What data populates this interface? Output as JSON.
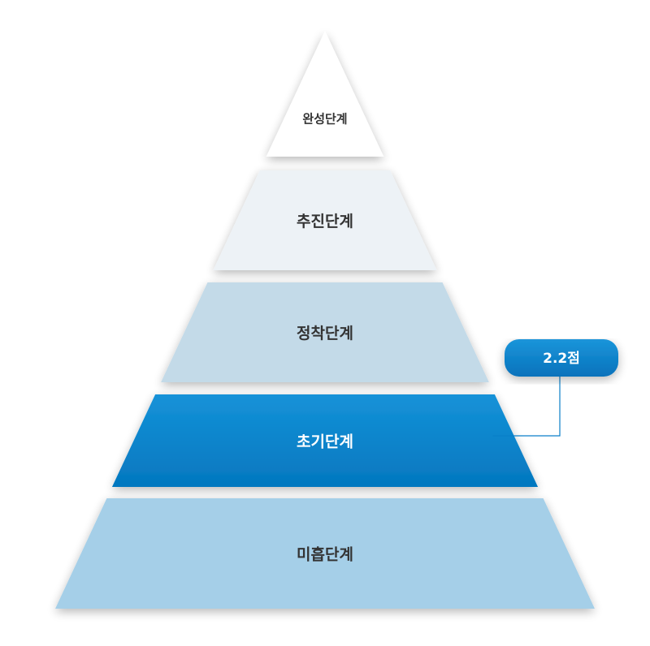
{
  "pyramid": {
    "levels": [
      {
        "label": "완성단계",
        "fill": "#ffffff",
        "text_color": "#333333",
        "highlighted": false
      },
      {
        "label": "추진단계",
        "fill": "#edf2f6",
        "text_color": "#333333",
        "highlighted": false
      },
      {
        "label": "정착단계",
        "fill": "#c3dae8",
        "text_color": "#333333",
        "highlighted": false
      },
      {
        "label": "초기단계",
        "fill": "#0a84cc",
        "text_color": "#ffffff",
        "highlighted": true
      },
      {
        "label": "미흡단계",
        "fill": "#a5cfe8",
        "text_color": "#333333",
        "highlighted": false
      }
    ]
  },
  "score_badge": {
    "text": "2.2점",
    "fill": "#0a7fc9",
    "text_color": "#ffffff",
    "points_to": "초기단계"
  }
}
